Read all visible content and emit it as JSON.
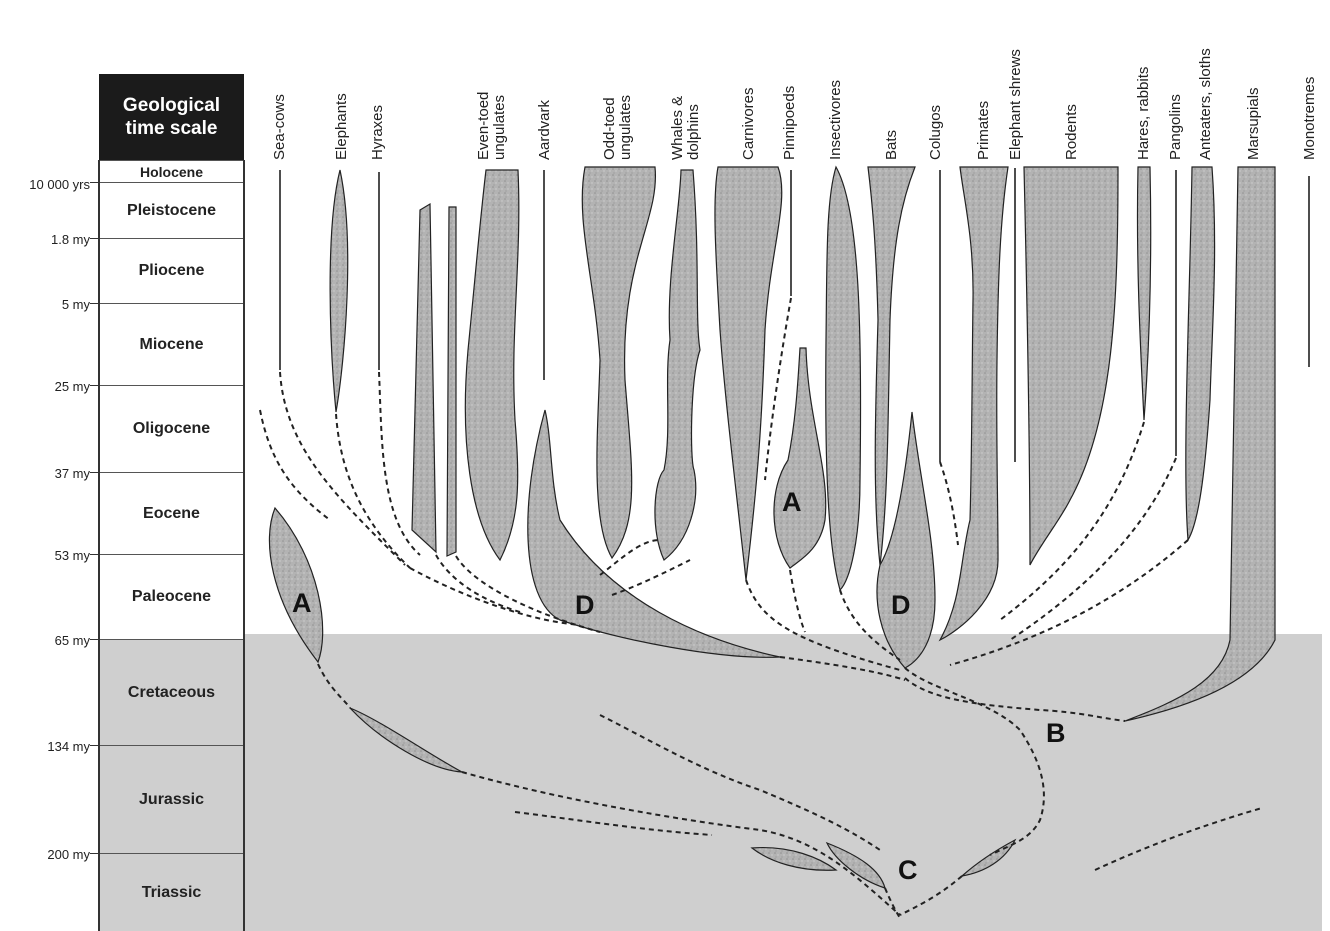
{
  "time_scale_header": [
    "Geological",
    "time scale"
  ],
  "periods": [
    "Holocene",
    "Pleistocene",
    "Pliocene",
    "Miocene",
    "Oligocene",
    "Eocene",
    "Paleocene",
    "Cretaceous",
    "Jurassic",
    "Triassic"
  ],
  "ages": [
    "10 000 yrs",
    "1.8 my",
    "5 my",
    "25 my",
    "37 my",
    "53 my",
    "65 my",
    "134 my",
    "200 my"
  ],
  "taxa": [
    [
      "Sea-cows"
    ],
    [
      "Elephants"
    ],
    [
      "Hyraxes"
    ],
    [
      "Even-toed",
      "ungulates"
    ],
    [
      "Aardvark"
    ],
    [
      "Odd-toed",
      "ungulates"
    ],
    [
      "Whales &",
      "dolphins"
    ],
    [
      "Carnivores"
    ],
    [
      "Pinnipoeds"
    ],
    [
      "Insectivores"
    ],
    [
      "Bats"
    ],
    [
      "Colugos"
    ],
    [
      "Primates"
    ],
    [
      "Elephant shrews"
    ],
    [
      "Rodents"
    ],
    [
      "Hares, rabbits"
    ],
    [
      "Pangolins"
    ],
    [
      "Anteaters, sloths"
    ],
    [
      "Marsupials"
    ],
    [
      "Monotremes"
    ]
  ],
  "markers": [
    "A",
    "D",
    "A",
    "D",
    "B",
    "C"
  ],
  "colors": {
    "mesozoic_bg": "#cfcfcf",
    "branch_fill": "#a9a9a9",
    "header_bg": "#1b1b1b"
  }
}
